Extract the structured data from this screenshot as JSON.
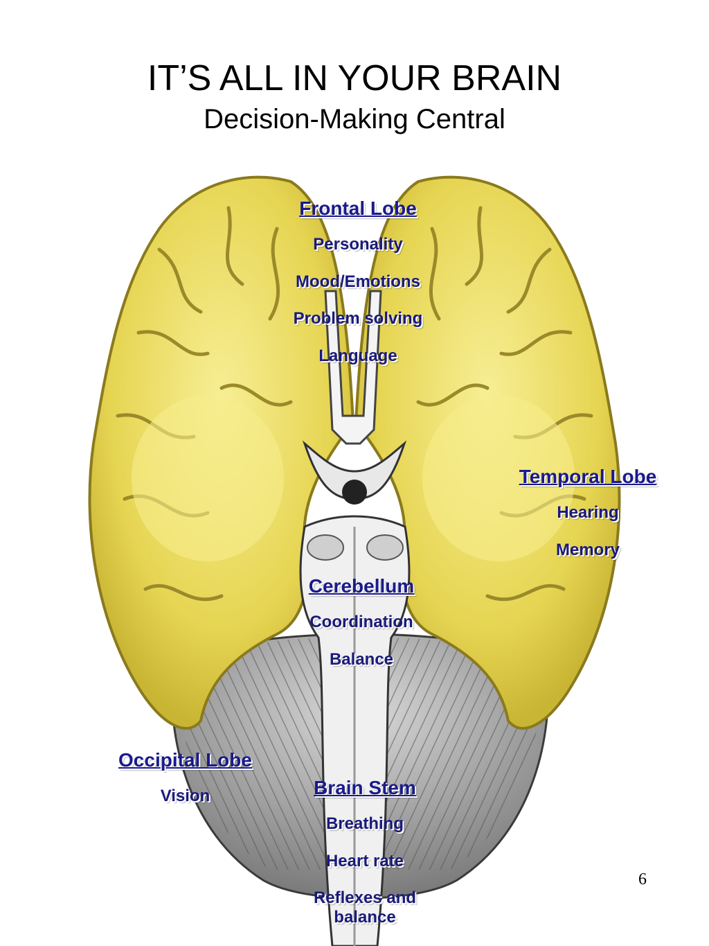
{
  "slide": {
    "title": "IT’S ALL IN YOUR BRAIN",
    "subtitle": "Decision-Making Central",
    "page_number": "6"
  },
  "regions": {
    "frontal": {
      "heading": "Frontal Lobe",
      "items": [
        "Personality",
        "Mood/Emotions",
        "Problem solving",
        "Language"
      ]
    },
    "temporal": {
      "heading": "Temporal Lobe",
      "items": [
        "Hearing",
        "Memory"
      ]
    },
    "cerebellum": {
      "heading": "Cerebellum",
      "items": [
        "Coordination",
        "Balance"
      ]
    },
    "occipital": {
      "heading": "Occipital Lobe",
      "items": [
        "Vision"
      ]
    },
    "brainstem": {
      "heading": "Brain Stem",
      "items": [
        "Breathing",
        "Heart rate",
        "Reflexes and balance"
      ]
    }
  },
  "colors": {
    "lobe_fill": "#e8d95a",
    "lobe_highlight": "#f5eb8a",
    "lobe_outline": "#8a7a1e",
    "cerebellum_fill": "#b8b8b8",
    "brainstem_fill": "#eeeeee",
    "label_text": "#1a1a8c"
  }
}
